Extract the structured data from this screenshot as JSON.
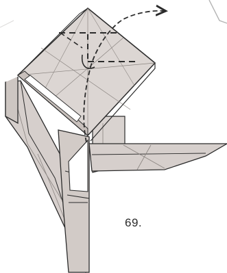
{
  "step": {
    "number": "69."
  },
  "colors": {
    "paper_fill": "#d9d3d0",
    "paper_shade": "#c8c0bc",
    "paper_light": "#e6e1de",
    "line": "#2b2b2b",
    "crease": "#8a8480",
    "white_gap": "#ffffff"
  },
  "icons": {
    "action_arrow": "curved-arrow-right",
    "fold_guide": "dashed-fold-lines"
  }
}
